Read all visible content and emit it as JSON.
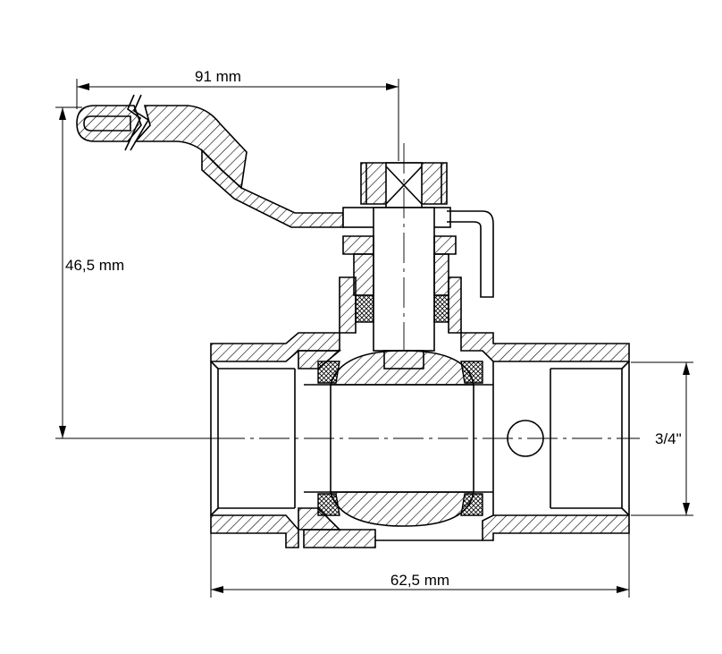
{
  "dimensions": {
    "handle_length": "91 mm",
    "height": "46,5 mm",
    "body_length": "62,5 mm",
    "thread_size": "3/4\""
  }
}
